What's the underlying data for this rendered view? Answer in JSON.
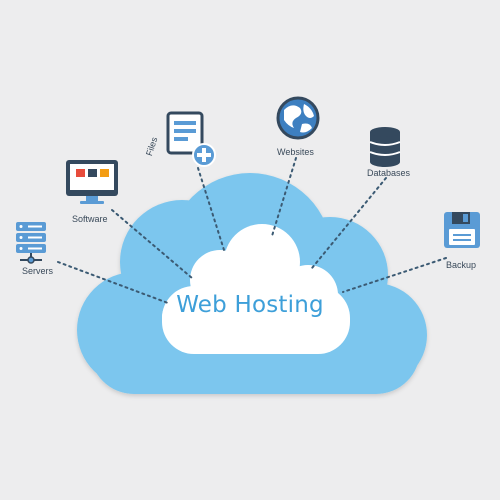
{
  "center": {
    "label": "Web Hosting"
  },
  "nodes": [
    {
      "id": "servers",
      "label": "Servers",
      "icon": "server-rack-icon"
    },
    {
      "id": "software",
      "label": "Software",
      "icon": "monitor-icon"
    },
    {
      "id": "files",
      "label": "Files",
      "icon": "file-add-icon"
    },
    {
      "id": "websites",
      "label": "Websites",
      "icon": "globe-icon"
    },
    {
      "id": "databases",
      "label": "Databases",
      "icon": "database-icon"
    },
    {
      "id": "backup",
      "label": "Backup",
      "icon": "floppy-disk-icon"
    }
  ],
  "colors": {
    "background": "#ededee",
    "cloud_outer": "#7cc6ee",
    "cloud_inner": "#ffffff",
    "accent": "#3d9fd9",
    "icon_dark": "#34495e",
    "connector": "#3b5a73"
  }
}
